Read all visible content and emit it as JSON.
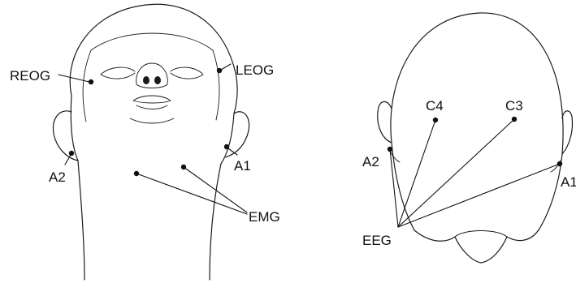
{
  "front_view": {
    "labels": {
      "reog": "REOG",
      "leog": "LEOG",
      "a2": "A2",
      "a1": "A1",
      "emg": "EMG"
    }
  },
  "back_view": {
    "labels": {
      "c4": "C4",
      "c3": "C3",
      "a2": "A2",
      "a1": "A1",
      "eeg": "EEG"
    }
  },
  "colors": {
    "line": "#1a1a1a",
    "background": "#ffffff"
  }
}
